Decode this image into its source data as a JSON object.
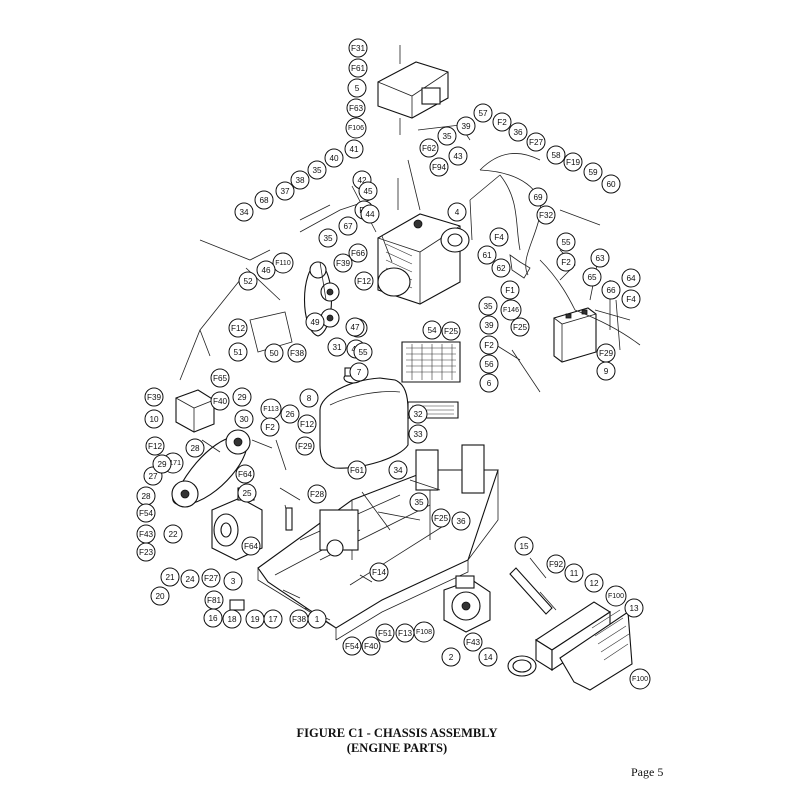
{
  "caption": {
    "line1": "FIGURE C1 - CHASSIS ASSEMBLY",
    "line2": "(ENGINE PARTS)"
  },
  "page_label": "Page 5",
  "callouts": [
    "F31",
    "F61",
    "5",
    "F63",
    "F106",
    "57",
    "F2",
    "36",
    "39",
    "35",
    "F27",
    "58",
    "41",
    "F62",
    "43",
    "40",
    "35",
    "F94",
    "F19",
    "59",
    "60",
    "38",
    "42",
    "37",
    "45",
    "F9",
    "68",
    "44",
    "4",
    "34",
    "67",
    "35",
    "F66",
    "F32",
    "69",
    "F4",
    "55",
    "63",
    "F110",
    "46",
    "F39",
    "61",
    "62",
    "F2",
    "65",
    "64",
    "52",
    "F12",
    "F1",
    "66",
    "F4",
    "35",
    "F146",
    "F25",
    "F12",
    "53",
    "54",
    "F25",
    "39",
    "49",
    "47",
    "F2",
    "F29",
    "51",
    "50",
    "F38",
    "31",
    "48",
    "55",
    "56",
    "9",
    "6",
    "7",
    "F39",
    "F65",
    "8",
    "F40",
    "29",
    "F113",
    "26",
    "F12",
    "32",
    "10",
    "30",
    "F29",
    "33",
    "F12",
    "F171",
    "28",
    "F2",
    "F64",
    "34",
    "27",
    "29",
    "F61",
    "28",
    "F28",
    "35",
    "25",
    "F54",
    "F25",
    "36",
    "F43",
    "22",
    "F64",
    "15",
    "F23",
    "21",
    "24",
    "F92",
    "11",
    "12",
    "20",
    "F27",
    "3",
    "F14",
    "F100",
    "13",
    "F81",
    "16",
    "18",
    "19",
    "17",
    "F38",
    "1",
    "F51",
    "F13",
    "F108",
    "F54",
    "F40",
    "2",
    "F43",
    "14",
    "F100"
  ]
}
